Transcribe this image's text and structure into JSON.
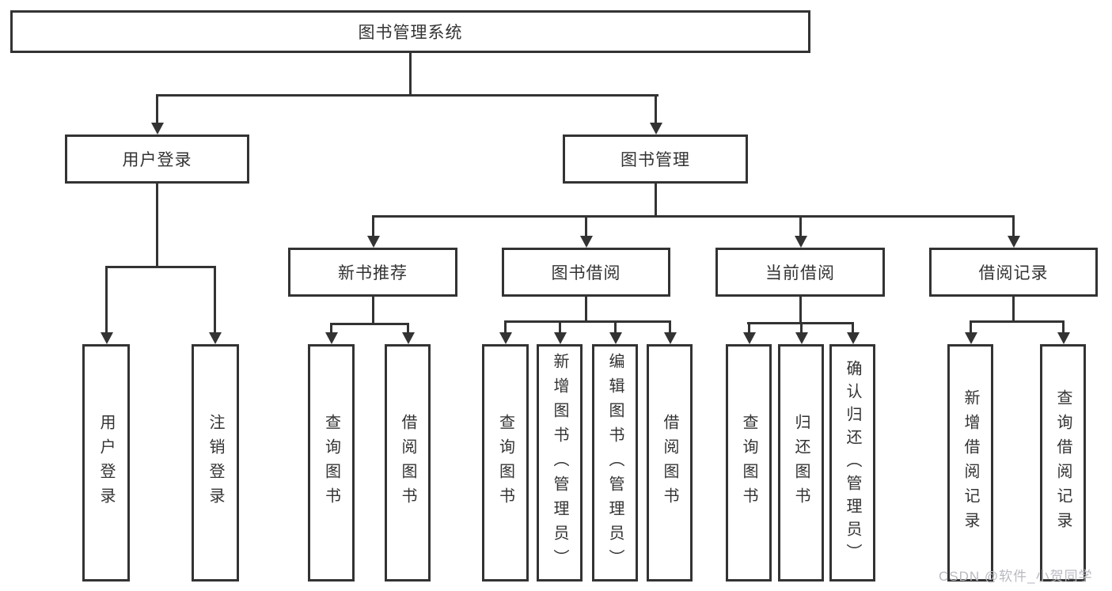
{
  "diagram": {
    "nodes": {
      "root": "图书管理系统",
      "user_login": "用户登录",
      "book_management": "图书管理",
      "new_book_recommend": "新书推荐",
      "book_borrowing": "图书借阅",
      "current_borrowing": "当前借阅",
      "borrowing_records": "借阅记录",
      "user_login_leaf": "用户登录",
      "logout_leaf": "注销登录",
      "nb_query_books": "查询图书",
      "nb_borrow_books": "借阅图书",
      "bb_query_books": "查询图书",
      "bb_add_books": "新增图书（管理员）",
      "bb_edit_books": "编辑图书（管理员）",
      "bb_borrow_books": "借阅图书",
      "cb_query_books": "查询图书",
      "cb_return_books": "归还图书",
      "cb_confirm_return": "确认归还（管理员）",
      "br_add_record": "新增借阅记录",
      "br_query_record": "查询借阅记录"
    },
    "watermark": "CSDN @软件_小贺同学",
    "colors": {
      "line": "#333333",
      "text": "#333333",
      "watermark": "#b9bac1",
      "background": "#ffffff"
    }
  }
}
